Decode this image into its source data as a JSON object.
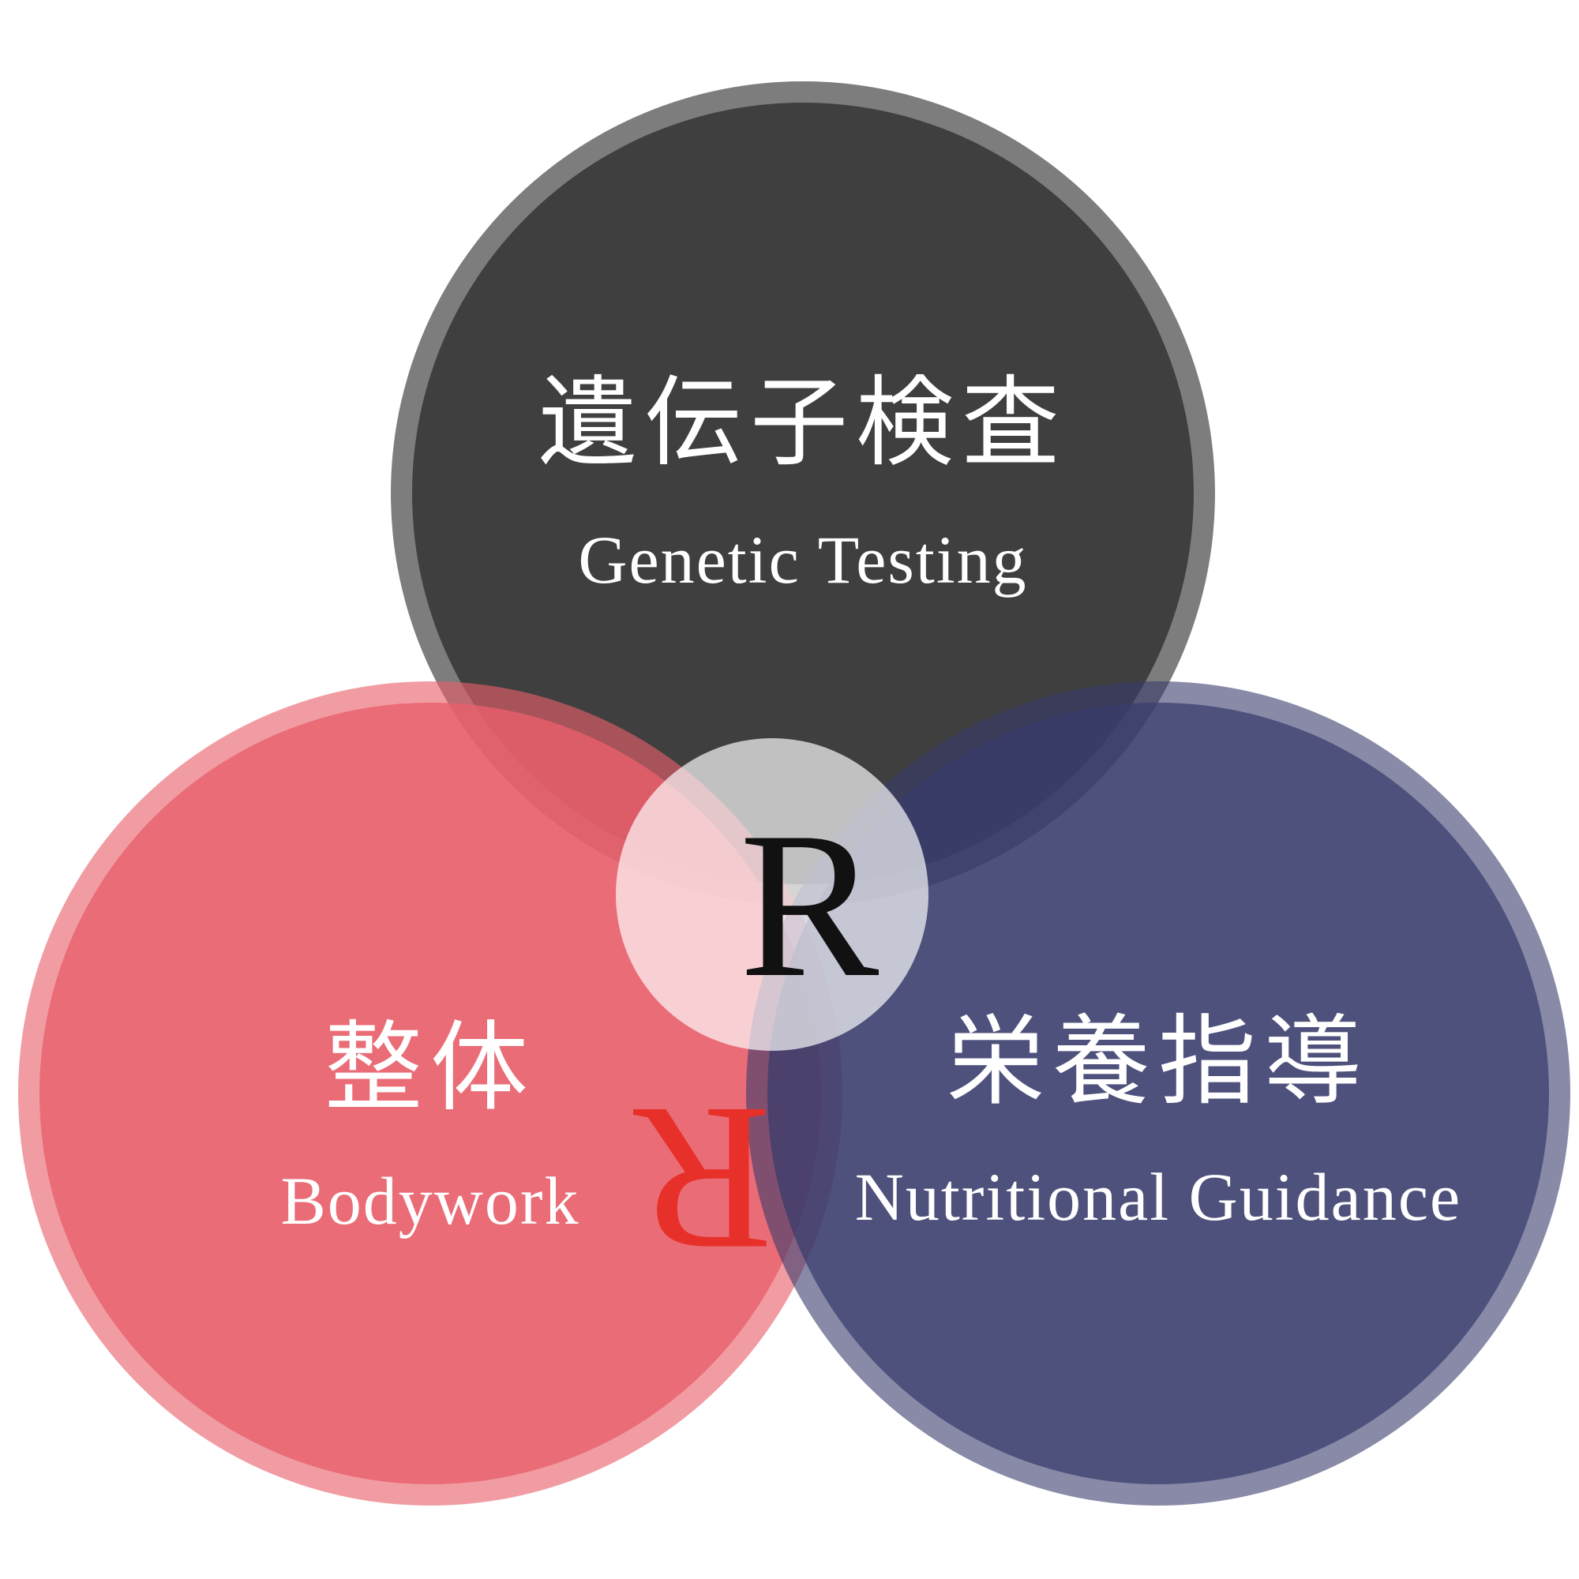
{
  "diagram": {
    "circles": [
      {
        "id": "genetic",
        "title_jp": "遺伝子検査",
        "title_en": "Genetic Testing",
        "fill": "#3f3f3f",
        "ring": "#7d7d7d"
      },
      {
        "id": "bodywork",
        "title_jp": "整体",
        "title_en": "Bodywork",
        "fill": "#e8606b",
        "ring": "#ef9aa0"
      },
      {
        "id": "nutrition",
        "title_jp": "栄養指導",
        "title_en": "Nutritional Guidance",
        "fill": "#383c6c",
        "ring": "#8587a8"
      }
    ],
    "center_logo": {
      "letter": "R",
      "mirrored_color": "#e8302a",
      "main_color": "#111111",
      "disc_color": "#ffffff"
    }
  }
}
